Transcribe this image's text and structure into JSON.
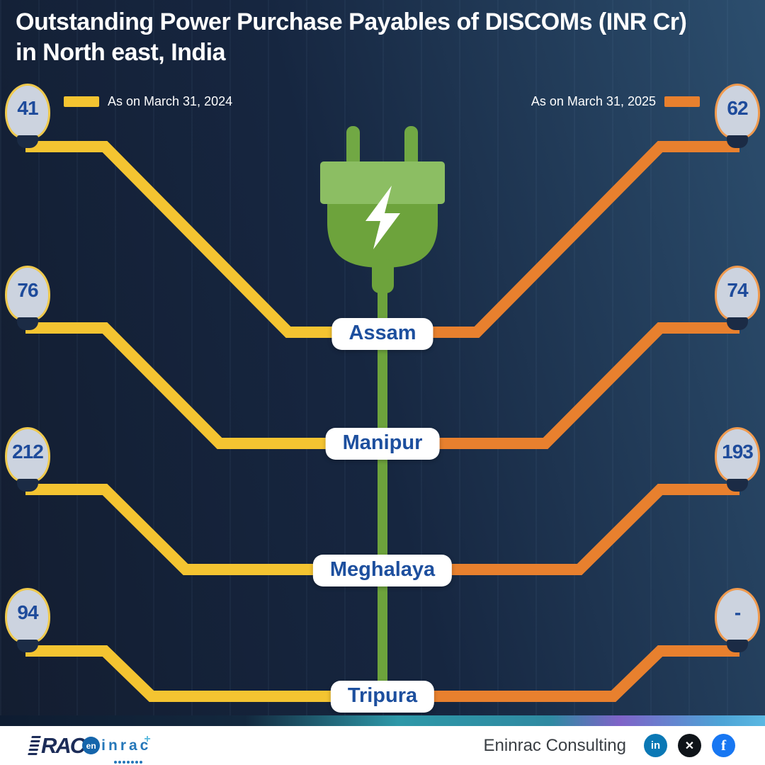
{
  "title": {
    "line1": "Outstanding Power Purchase Payables of DISCOMs (INR Cr)",
    "line2": "in North east, India"
  },
  "legend": {
    "left": {
      "label": "As on March 31, 2024",
      "color": "#F4C431"
    },
    "right": {
      "label": "As on March 31, 2025",
      "color": "#E8802E"
    }
  },
  "states": [
    {
      "name": "Assam",
      "v2024": "41",
      "v2025": "62"
    },
    {
      "name": "Manipur",
      "v2024": "76",
      "v2025": "74"
    },
    {
      "name": "Meghalaya",
      "v2024": "212",
      "v2025": "193"
    },
    {
      "name": "Tripura",
      "v2024": "94",
      "v2025": "-"
    }
  ],
  "plug": {
    "icon": "power-plug-lightning-icon",
    "color": "#6DA33C"
  },
  "colors": {
    "background_dark": "#131D30",
    "background_light": "#2C4E6E",
    "line_2024": "#F4C431",
    "line_2025": "#E8802E",
    "green_stem": "#6DA33C",
    "bulb_glass": "#CCD3DF",
    "bulb_number_blue": "#1E4B9B",
    "pill_text_blue": "#1D4F9E"
  },
  "footer": {
    "brand": "Eninrac Consulting",
    "logo": {
      "rac": "RAC",
      "en": "en",
      "inrac": "inrac",
      "plus": "+"
    },
    "social": [
      {
        "name": "linkedin",
        "glyph": "in",
        "color": "#0A78B5"
      },
      {
        "name": "x-twitter",
        "glyph": "✕",
        "color": "#0F1419"
      },
      {
        "name": "facebook",
        "glyph": "f",
        "color": "#1877F2"
      }
    ]
  },
  "chart_data": {
    "type": "bar",
    "title": "Outstanding Power Purchase Payables of DISCOMs (INR Cr) in North east, India",
    "unit": "INR Cr",
    "categories": [
      "Assam",
      "Manipur",
      "Meghalaya",
      "Tripura"
    ],
    "series": [
      {
        "name": "As on March 31, 2024",
        "color": "#F4C431",
        "values": [
          41,
          76,
          212,
          94
        ]
      },
      {
        "name": "As on March 31, 2025",
        "color": "#E8802E",
        "values": [
          62,
          74,
          193,
          "-"
        ]
      }
    ],
    "legend_position": "top"
  }
}
